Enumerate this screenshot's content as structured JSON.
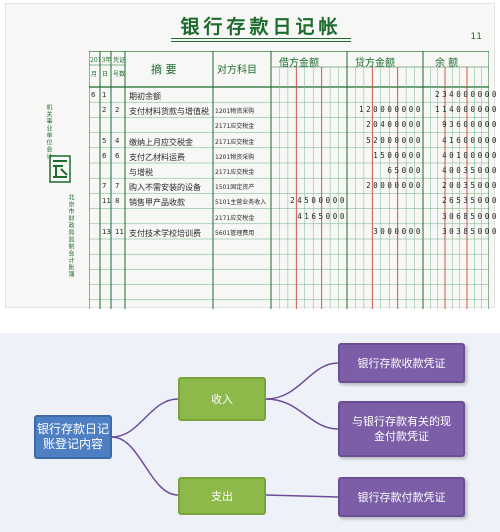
{
  "ledger": {
    "title": "银行存款日记帐",
    "page_number": "11",
    "side_text_left": "机关事业单位会计",
    "side_text_right": "北京市财政局监制会计账簿",
    "headers": {
      "year": "2013年",
      "voucher": "凭证",
      "month": "月",
      "day": "日",
      "voucher_no": "号数",
      "summary": "摘 要",
      "counter_account": "对方科目",
      "debit": "借方金额",
      "credit": "贷方金额",
      "balance": "余 额"
    },
    "rows": [
      {
        "month": "6",
        "day": "1",
        "no": "",
        "summary": "期初余额",
        "account": "",
        "debit": "",
        "credit": "",
        "balance": "234000000"
      },
      {
        "month": "",
        "day": "2",
        "no": "2",
        "summary": "支付材料货款与增值税",
        "account": "1201物资采购",
        "debit": "",
        "credit": "120000000",
        "balance": "114000000"
      },
      {
        "month": "",
        "day": "",
        "no": "",
        "summary": "",
        "account": "2171应交税金",
        "debit": "",
        "credit": "20400000",
        "balance": "93600000"
      },
      {
        "month": "",
        "day": "5",
        "no": "4",
        "summary": "缴纳上月应交税金",
        "account": "2171应交税金",
        "debit": "",
        "credit": "52000000",
        "balance": "41600000"
      },
      {
        "month": "",
        "day": "6",
        "no": "6",
        "summary": "支付乙材料运费",
        "account": "1201物资采购",
        "debit": "",
        "credit": "1500000",
        "balance": "40100000"
      },
      {
        "month": "",
        "day": "",
        "no": "",
        "summary": "与增税",
        "account": "2171应交税金",
        "debit": "",
        "credit": "65000",
        "balance": "40035000"
      },
      {
        "month": "",
        "day": "7",
        "no": "7",
        "summary": "购入不需安装的设备",
        "account": "1501固定资产",
        "debit": "",
        "credit": "20000000",
        "balance": "20035000"
      },
      {
        "month": "",
        "day": "11",
        "no": "8",
        "summary": "销售甲产品收款",
        "account": "5101主营业务收入",
        "debit": "24500000",
        "credit": "",
        "balance": "26535000"
      },
      {
        "month": "",
        "day": "",
        "no": "",
        "summary": "",
        "account": "2171应交税金",
        "debit": "4165000",
        "credit": "",
        "balance": "30685000"
      },
      {
        "month": "",
        "day": "13",
        "no": "11",
        "summary": "支付技术学校培训费",
        "account": "5601管理费用",
        "debit": "",
        "credit": "3000000",
        "balance": "30385000"
      }
    ]
  },
  "mindmap": {
    "root": "银行存款日记账登记内容",
    "branches": [
      {
        "label": "收入",
        "children": [
          "银行存款收款凭证",
          "与银行存款有关的现金付款凭证"
        ]
      },
      {
        "label": "支出",
        "children": [
          "银行存款付款凭证"
        ]
      }
    ],
    "colors": {
      "root": "#4f7fc3",
      "branch": "#8db84a",
      "leaf": "#7b5ea7",
      "connector": "#6d4c9a",
      "ledger_line": "#1d6b2e",
      "ledger_red": "#c8463a"
    }
  }
}
